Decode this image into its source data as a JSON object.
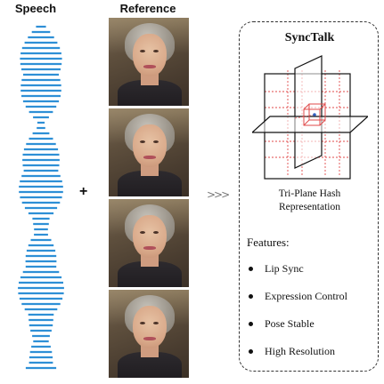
{
  "columns": {
    "speech_title": "Speech",
    "reference_title": "Reference"
  },
  "plus_sign": "+",
  "arrow_glyph": ">>>",
  "synctalk": {
    "title": "SyncTalk",
    "caption_line1": "Tri-Plane Hash",
    "caption_line2": "Representation",
    "features_title": "Features:",
    "features": [
      "Lip Sync",
      "Expression Control",
      "Pose Stable",
      "High Resolution"
    ]
  },
  "colors": {
    "waveform": "#2e8fd6",
    "plane_guides": "#e04a4a",
    "box_border": "#333333"
  }
}
